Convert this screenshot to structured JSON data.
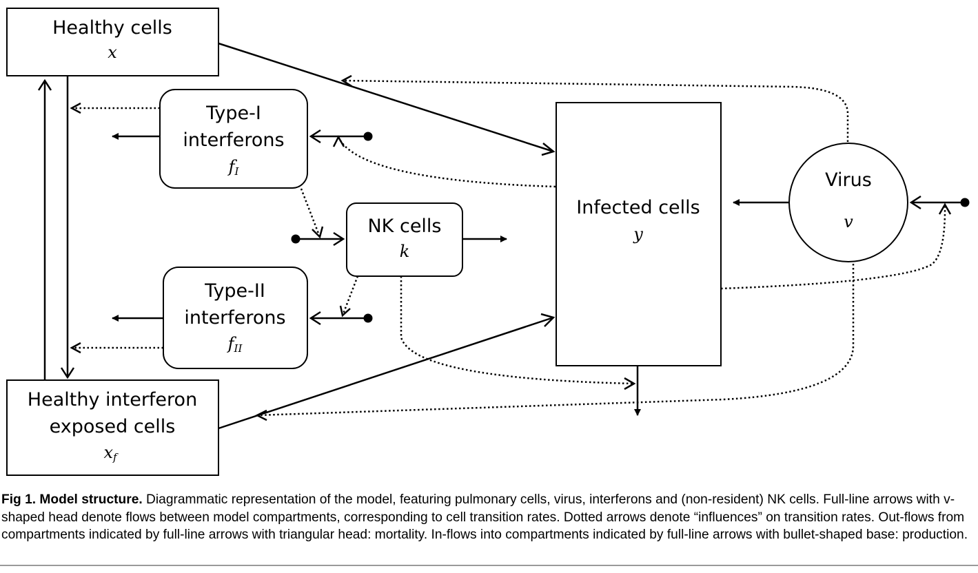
{
  "nodes": {
    "healthy": {
      "label": "Healthy cells",
      "symbol": "x"
    },
    "type1": {
      "label_line1": "Type-I",
      "label_line2": "interferons",
      "symbol": "f",
      "symbol_sub": "I"
    },
    "nk": {
      "label": "NK cells",
      "symbol": "k"
    },
    "type2": {
      "label_line1": "Type-II",
      "label_line2": "interferons",
      "symbol": "f",
      "symbol_sub": "II"
    },
    "exposed": {
      "label_line1": "Healthy interferon",
      "label_line2": "exposed cells",
      "symbol": "x",
      "symbol_sub": "f"
    },
    "infected": {
      "label": "Infected cells",
      "symbol": "y"
    },
    "virus": {
      "label": "Virus",
      "symbol": "v"
    }
  },
  "caption": {
    "figure_label": "Fig 1. Model structure.",
    "text": " Diagrammatic representation of the model, featuring pulmonary cells, virus, interferons and (non-resident) NK cells. Full-line arrows with v-shaped head denote flows between model compartments, corresponding to cell transition rates. Dotted arrows denote “influences” on transition rates. Out-flows from compartments indicated by full-line arrows with triangular head: mortality. In-flows into compartments indicated by full-line arrows with bullet-shaped base: production."
  }
}
